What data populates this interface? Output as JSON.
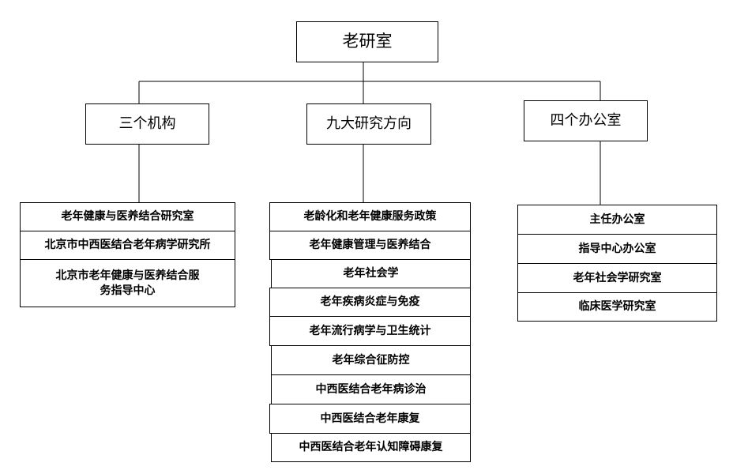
{
  "root": {
    "label": "老研室"
  },
  "branches": [
    {
      "label": "三个机构",
      "items": [
        "老年健康与医养结合研究室",
        "北京市中西医结合老年病学研究所",
        "北京市老年健康与医养结合服务指导中心"
      ]
    },
    {
      "label": "九大研究方向",
      "items": [
        "老龄化和老年健康服务政策",
        "老年健康管理与医养结合",
        "老年社会学",
        "老年疾病炎症与免疫",
        "老年流行病学与卫生统计",
        "老年综合征防控",
        "中西医结合老年病诊治",
        "中西医结合老年康复",
        "中西医结合老年认知障碍康复"
      ]
    },
    {
      "label": "四个办公室",
      "items": [
        "主任办公室",
        "指导中心办公室",
        "老年社会学研究室",
        "临床医学研究室"
      ]
    }
  ]
}
